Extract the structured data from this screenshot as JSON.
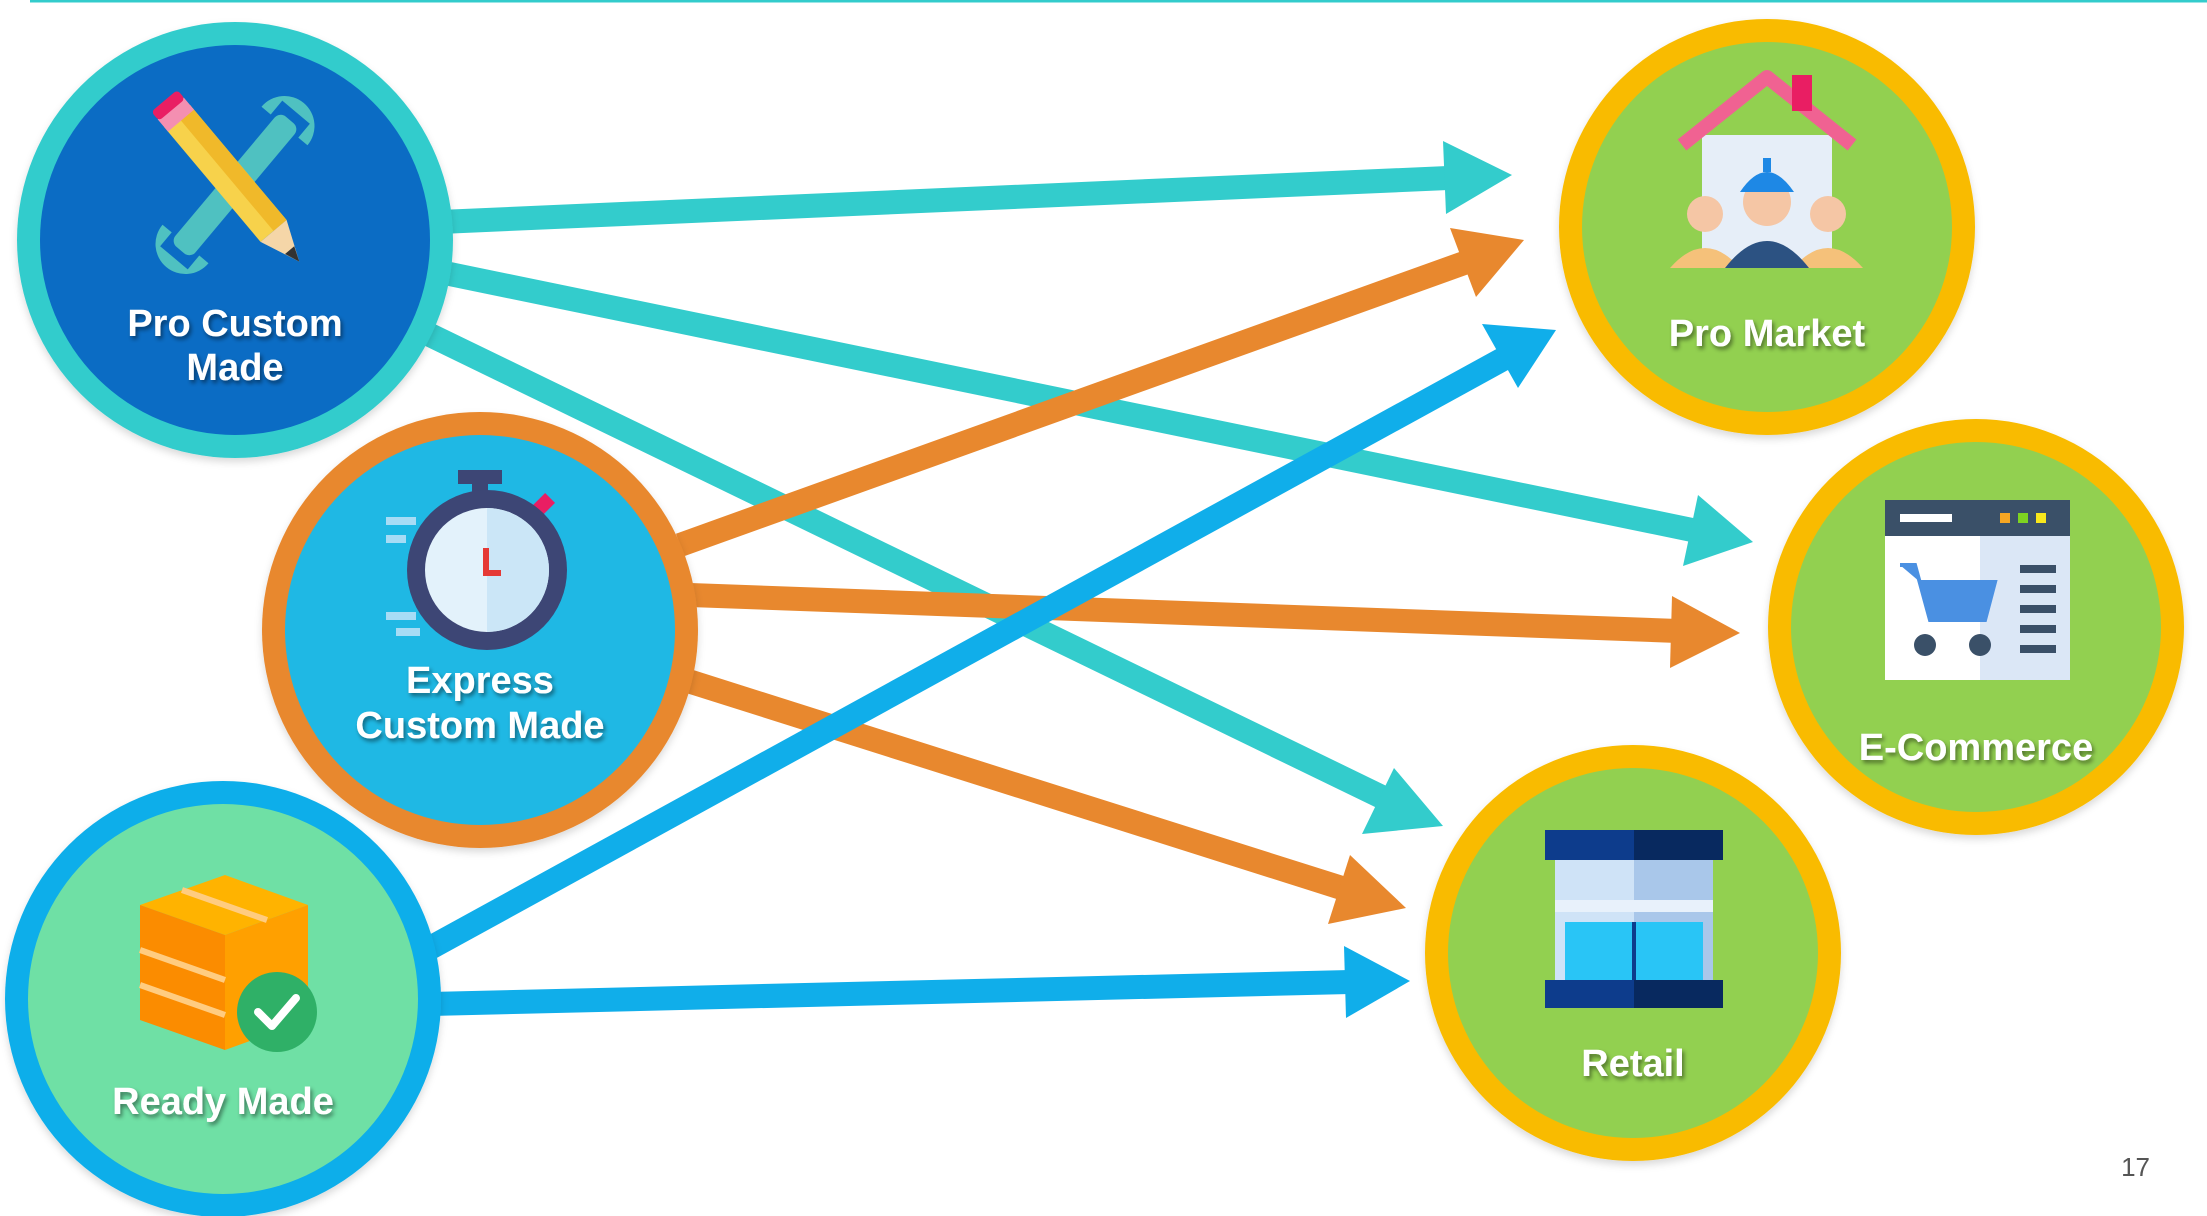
{
  "colors": {
    "teal": "#33cccc",
    "orange": "#e8882e",
    "blue": "#10aeea",
    "gold": "#f9bb00",
    "green": "#92d050",
    "dark_blue": "#0b6cc4",
    "light_green": "#6fe0a5",
    "mid_blue": "#1fb8e4"
  },
  "sources": [
    {
      "id": "pro",
      "label_lines": [
        "Pro Custom",
        "Made"
      ],
      "icon": "wrench-pencil-icon"
    },
    {
      "id": "express",
      "label_lines": [
        "Express",
        "Custom Made"
      ],
      "icon": "stopwatch-icon"
    },
    {
      "id": "ready",
      "label_lines": [
        "Ready Made"
      ],
      "icon": "box-check-icon"
    }
  ],
  "targets": [
    {
      "id": "pro_market",
      "label": "Pro Market",
      "icon": "house-worker-icon"
    },
    {
      "id": "ecommerce",
      "label": "E-Commerce",
      "icon": "shopping-cart-browser-icon"
    },
    {
      "id": "retail",
      "label": "Retail",
      "icon": "storefront-icon"
    }
  ],
  "connections": [
    {
      "from": "pro",
      "to": "pro_market"
    },
    {
      "from": "pro",
      "to": "ecommerce"
    },
    {
      "from": "pro",
      "to": "retail"
    },
    {
      "from": "express",
      "to": "pro_market"
    },
    {
      "from": "express",
      "to": "ecommerce"
    },
    {
      "from": "express",
      "to": "retail"
    },
    {
      "from": "ready",
      "to": "pro_market"
    },
    {
      "from": "ready",
      "to": "retail"
    }
  ],
  "page_number": "17"
}
